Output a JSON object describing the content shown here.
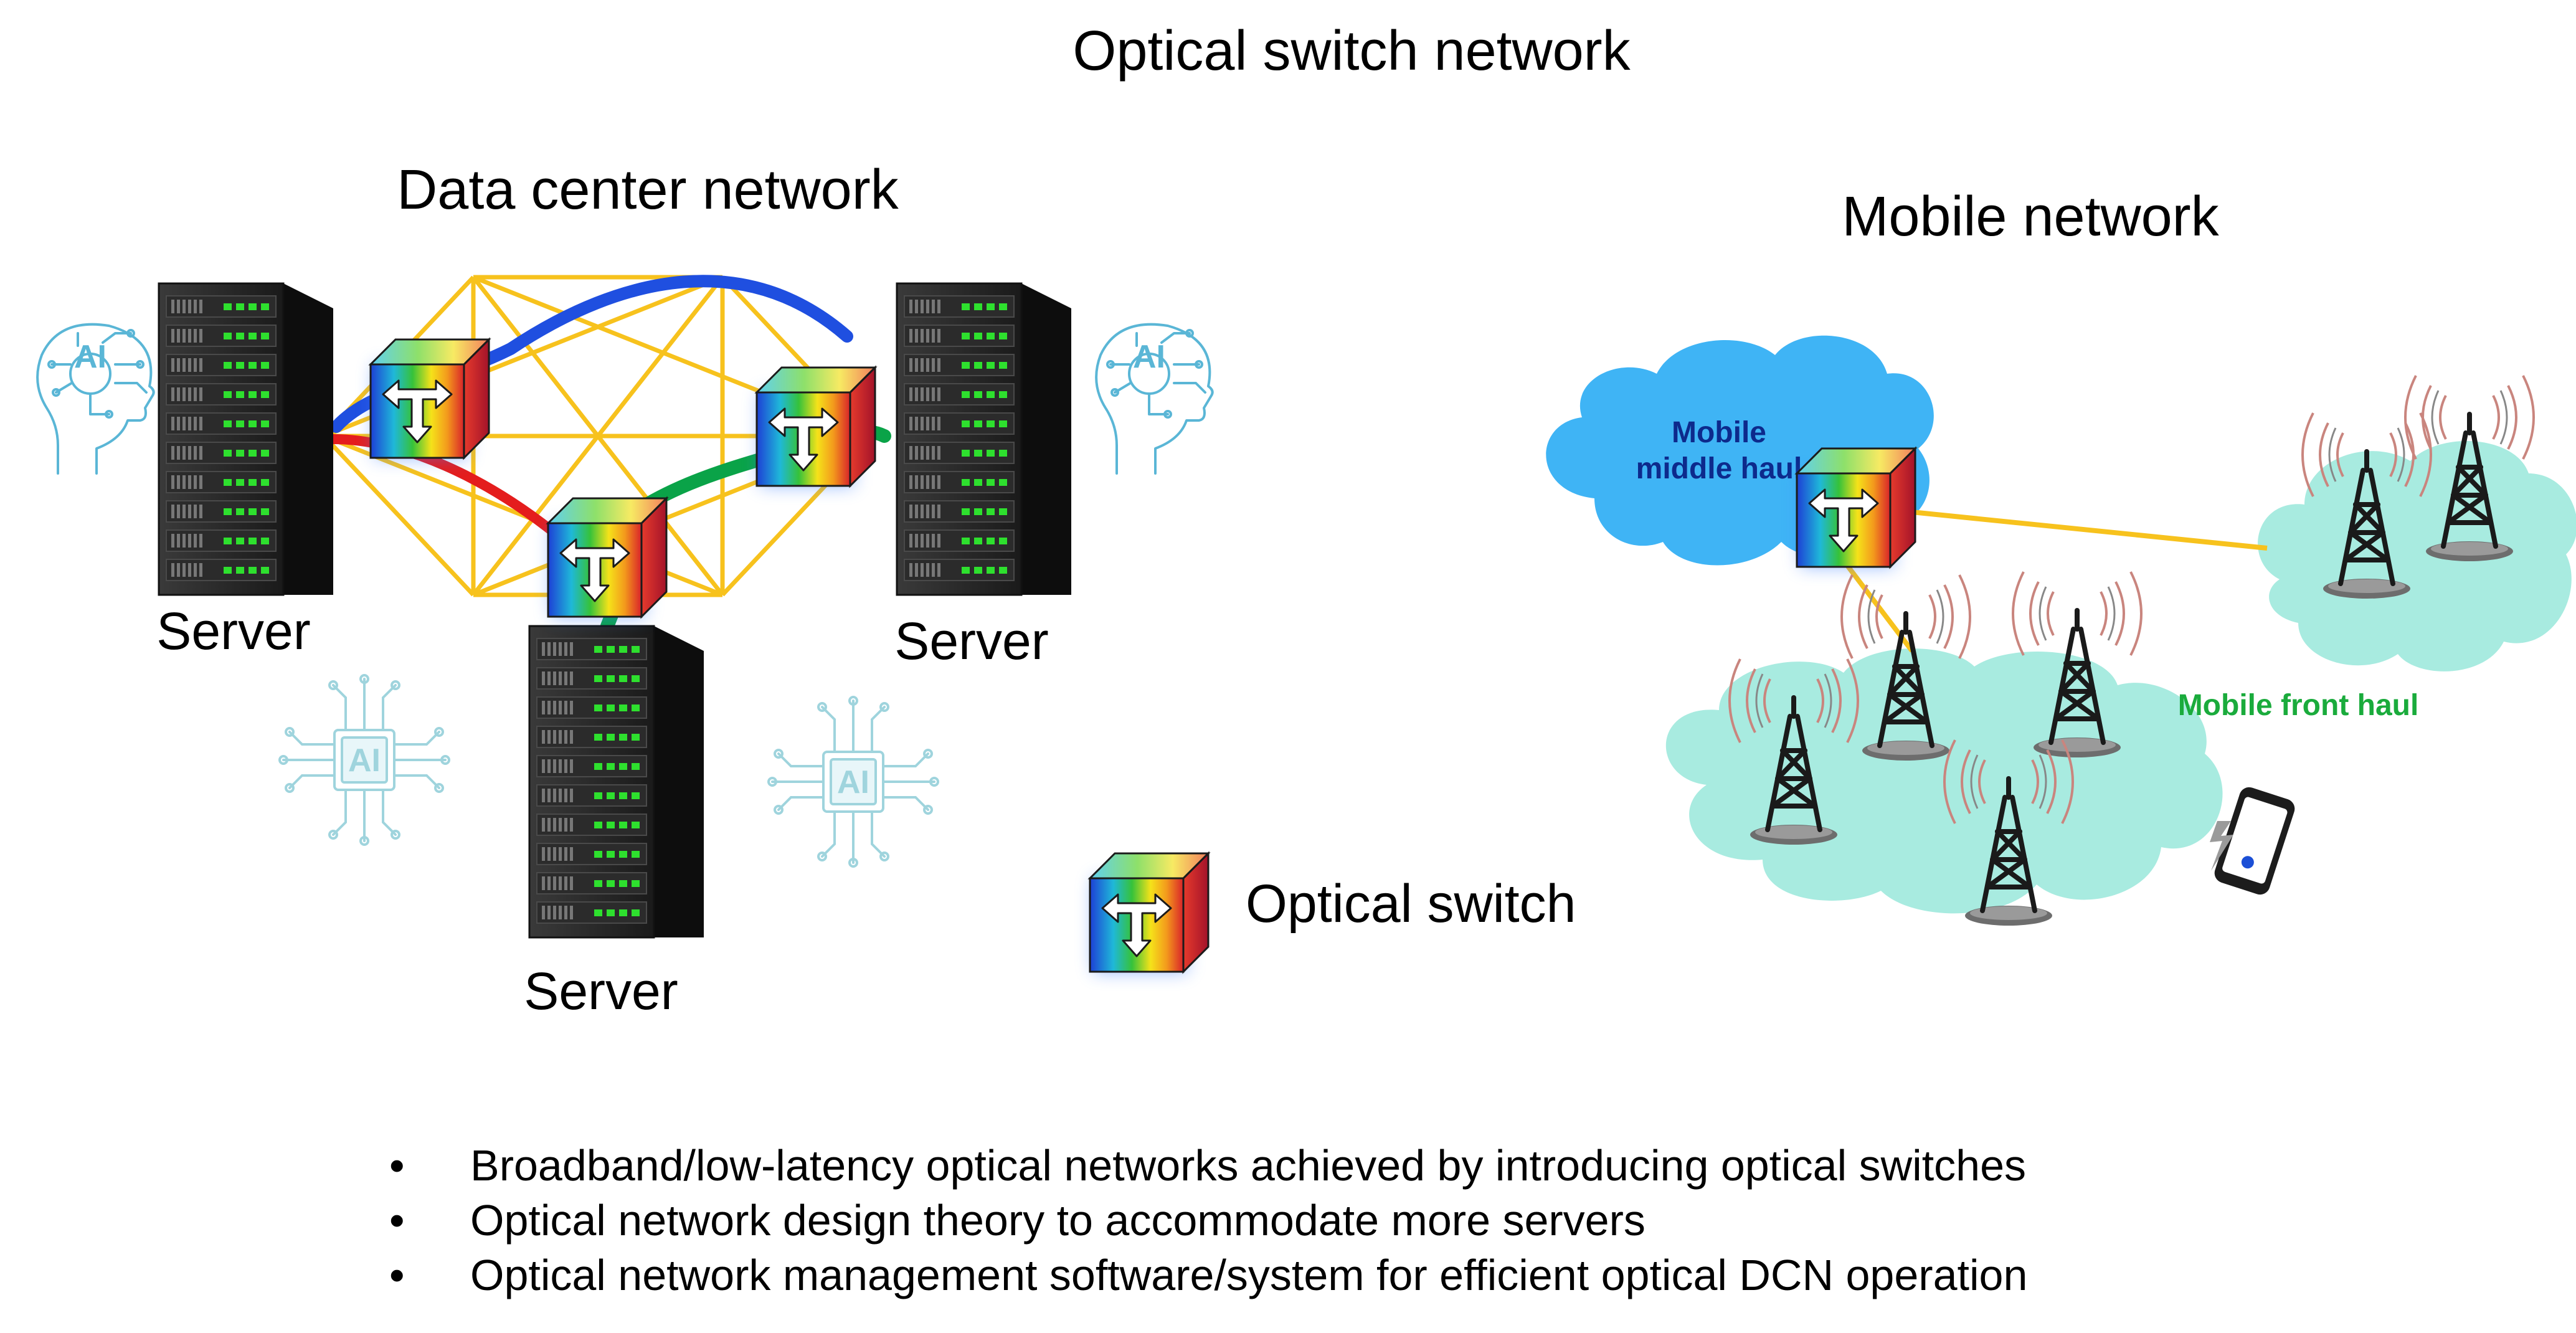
{
  "title": "Optical switch network",
  "data_center": {
    "title": "Data center network",
    "servers": [
      {
        "label": "Server"
      },
      {
        "label": "Server"
      },
      {
        "label": "Server"
      }
    ]
  },
  "mobile": {
    "title": "Mobile network",
    "middle_haul": [
      "Mobile",
      "middle haul"
    ],
    "front_haul": "Mobile front haul"
  },
  "legend": {
    "optical_switch": "Optical switch"
  },
  "ai_label": "AI",
  "bullets": [
    "Broadband/low-latency optical networks achieved by introducing optical switches",
    "Optical network design theory to accommodate more servers",
    "Optical network management software/system for efficient optical DCN operation"
  ],
  "bullet_marker": "•",
  "colors": {
    "mesh_link": "#f7c21d",
    "path_blue": "#1f4fe0",
    "path_red": "#e41d1d",
    "path_green": "#0aa348",
    "middle_cloud": "#3fb4f5",
    "front_cloud": "#a8ebe0",
    "middle_text": "#0d2a8c",
    "front_text": "#1aab3c",
    "ai_line": "#5ab6d6",
    "ai_chip_line": "#9fd4dd"
  }
}
